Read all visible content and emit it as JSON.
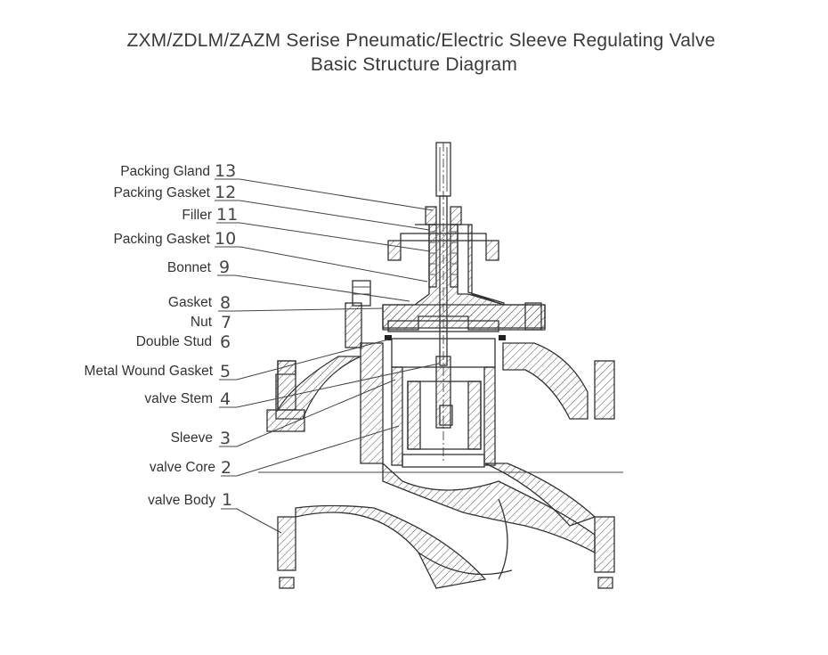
{
  "title_line1": "ZXM/ZDLM/ZAZM Serise Pneumatic/Electric Sleeve Regulating Valve",
  "title_line2": "Basic Structure Diagram",
  "parts": [
    {
      "label": "Packing Gland",
      "number": "13"
    },
    {
      "label": "Packing Gasket",
      "number": "12"
    },
    {
      "label": "Filler",
      "number": "11"
    },
    {
      "label": "Packing Gasket",
      "number": "10"
    },
    {
      "label": "Bonnet",
      "number": "9"
    },
    {
      "label": "Gasket",
      "number": "8"
    },
    {
      "label": "Nut",
      "number": "7"
    },
    {
      "label": "Double Stud",
      "number": "6"
    },
    {
      "label": "Metal Wound Gasket",
      "number": "5"
    },
    {
      "label": "valve Stem",
      "number": "4"
    },
    {
      "label": "Sleeve",
      "number": "3"
    },
    {
      "label": "valve Core",
      "number": "2"
    },
    {
      "label": "valve Body",
      "number": "1"
    }
  ]
}
